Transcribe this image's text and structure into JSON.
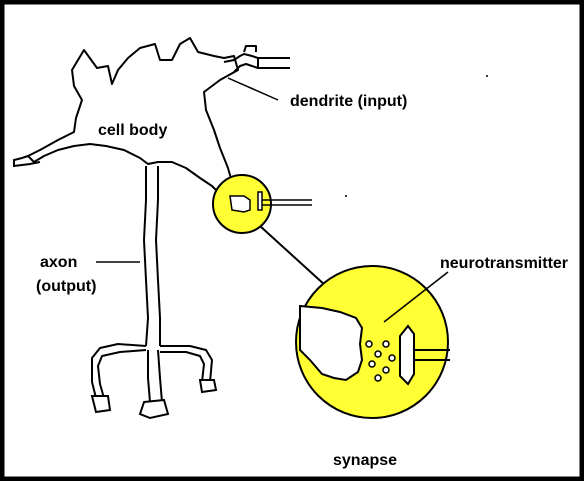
{
  "labels": {
    "cell_body": "cell body",
    "dendrite": "dendrite (input)",
    "axon_line1": "axon",
    "axon_line2": "(output)",
    "neurotransmitter": "neurotransmitter",
    "synapse": "synapse"
  },
  "colors": {
    "frame": "#000000",
    "background": "#ffffff",
    "synapse_fill": "#ffff33",
    "ink": "#000000"
  }
}
